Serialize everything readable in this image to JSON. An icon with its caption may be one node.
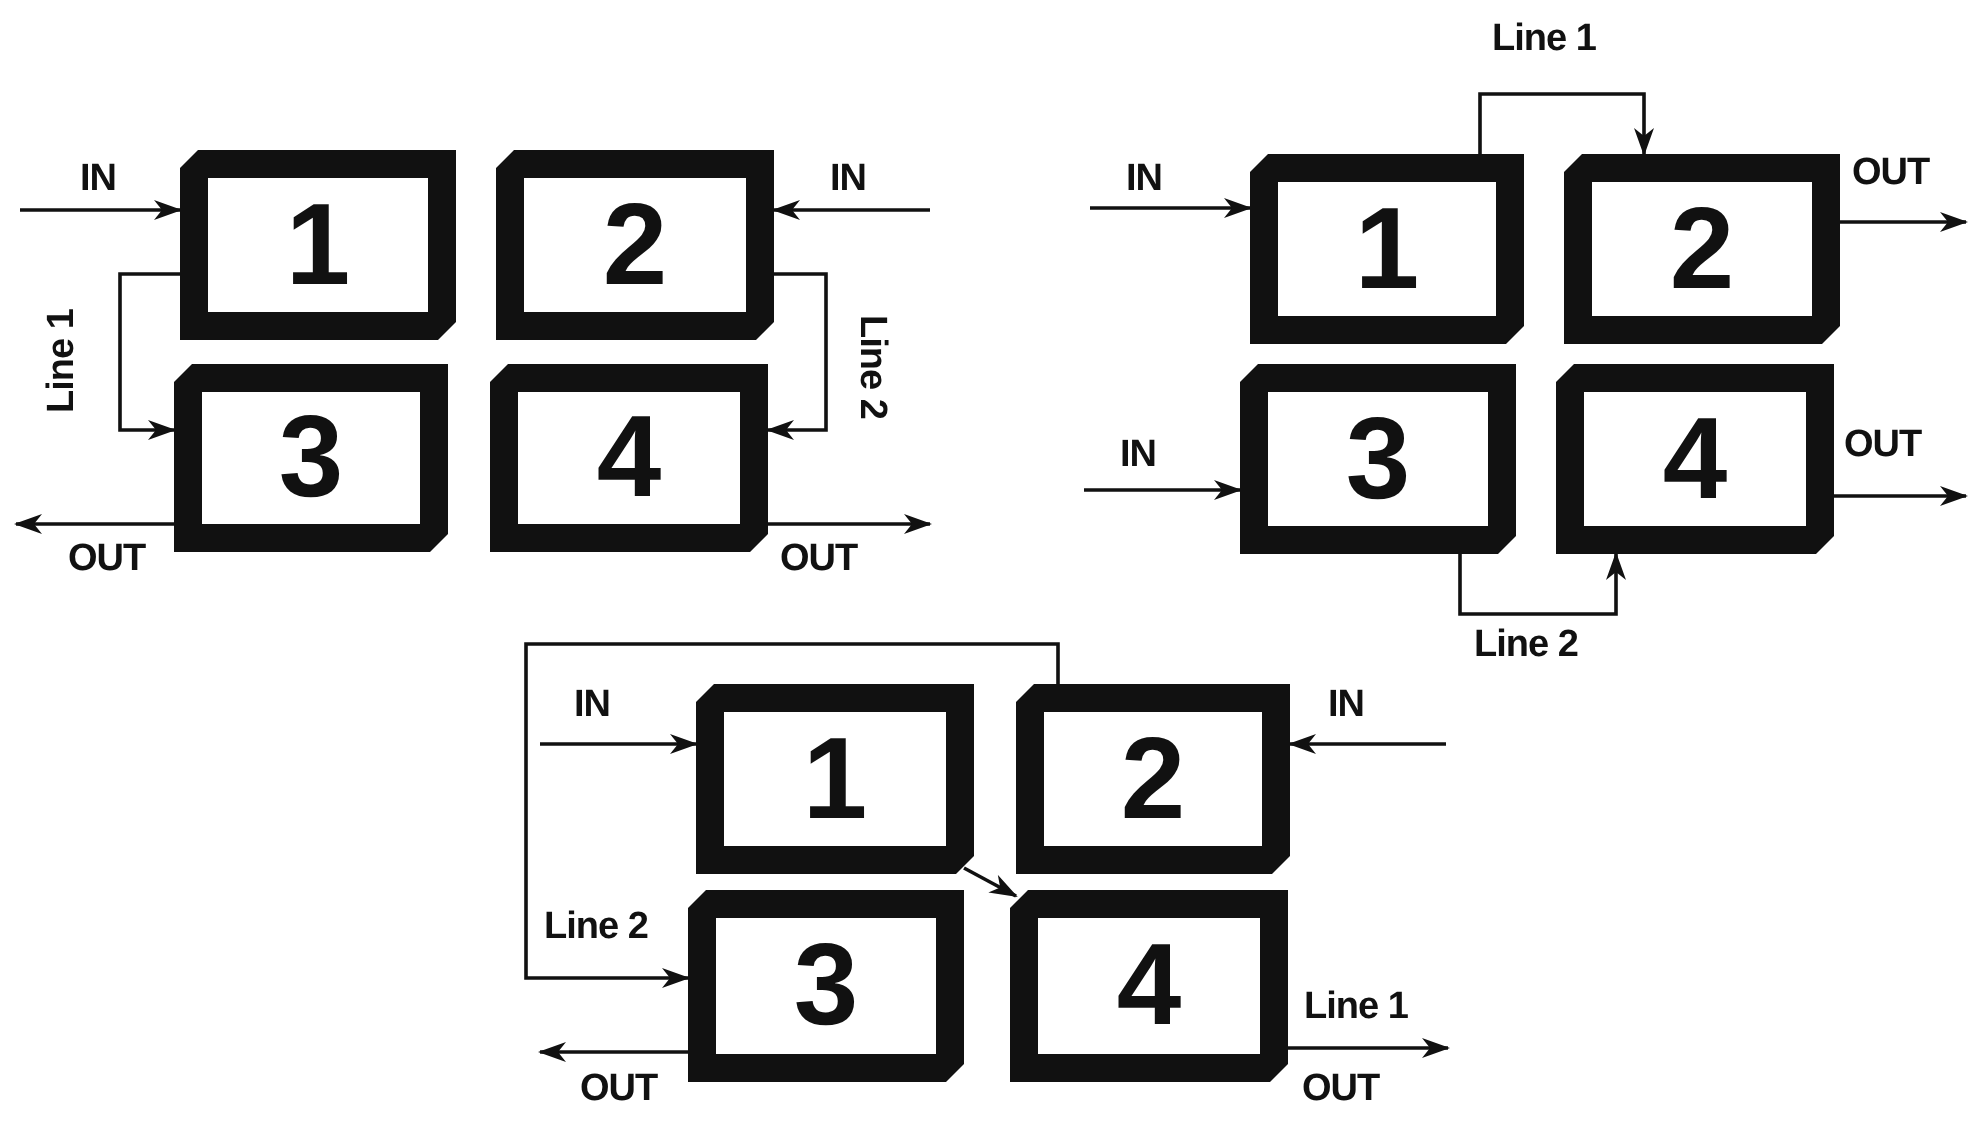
{
  "diagram": {
    "nodes": [
      {
        "text": [
          "1"
        ]
      },
      {
        "text": [
          "2"
        ]
      },
      {
        "text": [
          "3"
        ]
      },
      {
        "text": [
          "4"
        ]
      },
      {
        "text": [
          "1"
        ]
      },
      {
        "text": [
          "2"
        ]
      },
      {
        "text": [
          "3"
        ]
      },
      {
        "text": [
          "4"
        ]
      },
      {
        "text": [
          "1"
        ]
      },
      {
        "text": [
          "2"
        ]
      },
      {
        "text": [
          "3"
        ]
      },
      {
        "text": [
          "4"
        ]
      }
    ],
    "edges": [
      {
        "from": null,
        "to": 0,
        "arrow": "to",
        "label": "IN"
      },
      {
        "from": null,
        "to": 1,
        "arrow": "to",
        "label": "IN"
      },
      {
        "from": 0,
        "to": 2,
        "arrow": "to",
        "label": "Line 1"
      },
      {
        "from": 1,
        "to": 3,
        "arrow": "to",
        "label": "Line 2"
      },
      {
        "from": 2,
        "to": null,
        "arrow": "to",
        "label": "OUT"
      },
      {
        "from": 3,
        "to": null,
        "arrow": "to",
        "label": "OUT"
      },
      {
        "from": null,
        "to": 4,
        "arrow": "to",
        "label": "IN"
      },
      {
        "from": 4,
        "to": 5,
        "arrow": "to",
        "label": "Line 1"
      },
      {
        "from": 5,
        "to": null,
        "arrow": "to",
        "label": "OUT"
      },
      {
        "from": null,
        "to": 6,
        "arrow": "to",
        "label": "IN"
      },
      {
        "from": 7,
        "to": null,
        "arrow": "to",
        "label": "OUT"
      },
      {
        "from": 6,
        "to": 7,
        "arrow": "to",
        "label": "Line 2"
      },
      {
        "from": null,
        "to": 8,
        "arrow": "to",
        "label": "IN"
      },
      {
        "from": null,
        "to": 9,
        "arrow": "to",
        "label": "IN"
      },
      {
        "from": 8,
        "to": 11,
        "arrow": "to"
      },
      {
        "from": 9,
        "to": 10,
        "arrow": "to",
        "label": "Line 2"
      },
      {
        "from": 10,
        "to": null,
        "arrow": "to",
        "label": "OUT"
      },
      {
        "from": 11,
        "to": null,
        "arrow": "to",
        "label": "OUT"
      }
    ],
    "labels": [
      "Line 1"
    ]
  }
}
